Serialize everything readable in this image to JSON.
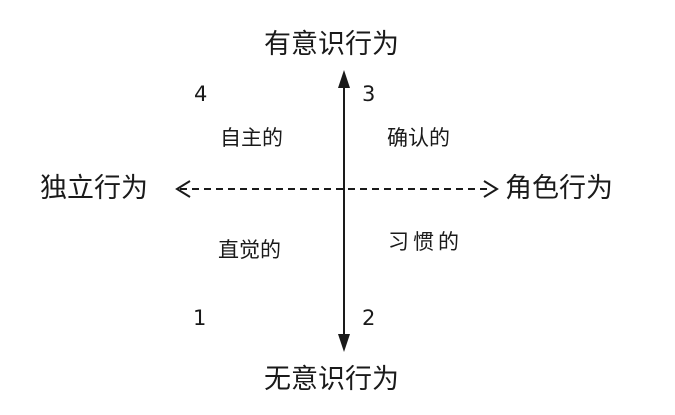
{
  "axes": {
    "top": "有意识行为",
    "bottom": "无意识行为",
    "left": "独立行为",
    "right": "角色行为"
  },
  "quadrants": {
    "q1": {
      "number": "1",
      "label": "直觉的"
    },
    "q2": {
      "number": "2",
      "label": "习惯的"
    },
    "q3": {
      "number": "3",
      "label": "确认的"
    },
    "q4": {
      "number": "4",
      "label": "自主的"
    }
  },
  "colors": {
    "line": "#1a1a1a",
    "text": "#1a1a1a",
    "background": "#ffffff"
  }
}
